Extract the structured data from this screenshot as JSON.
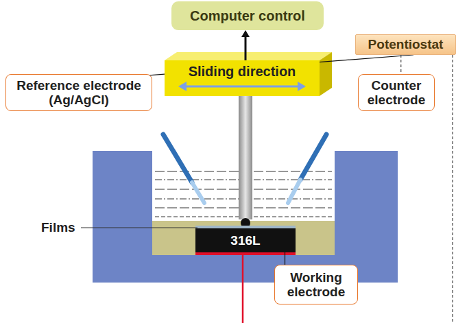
{
  "diagram": {
    "nodes": [
      {
        "text": [
          "Computer control"
        ]
      },
      {
        "text": [
          "Potentiostat"
        ]
      },
      {
        "text": [
          "Reference electrode (Ag/AgCl)"
        ]
      },
      {
        "text": [
          "Sliding direction"
        ]
      },
      {
        "text": [
          "Counter electrode"
        ]
      },
      {
        "text": [
          "316L"
        ]
      },
      {
        "text": [
          "Working electrode"
        ]
      }
    ],
    "edges": [
      {
        "from": 3,
        "to": 0,
        "arrow": "to"
      },
      {
        "from": 2,
        "to": 1,
        "arrow": "none"
      },
      {
        "from": 1,
        "to": 4,
        "arrow": "none"
      },
      {
        "from": 6,
        "to": 5,
        "arrow": "none"
      }
    ],
    "labels": [
      "Films"
    ]
  }
}
